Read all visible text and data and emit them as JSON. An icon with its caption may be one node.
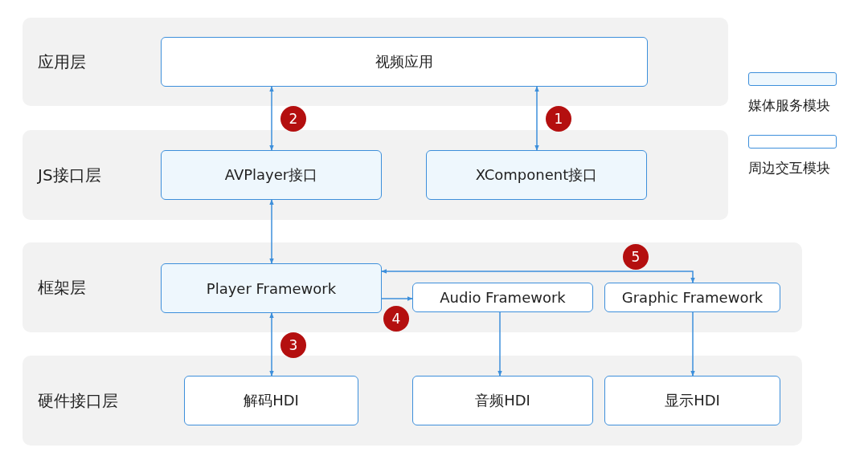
{
  "diagram": {
    "nodes": [
      {
        "text": [
          "应用层"
        ]
      },
      {
        "text": [
          "视频应用"
        ],
        "in": 0
      },
      {
        "text": [
          "JS接口层"
        ]
      },
      {
        "text": [
          "AVPlayer接口"
        ],
        "in": 2
      },
      {
        "text": [
          "XComponent接口"
        ],
        "in": 2
      },
      {
        "text": [
          "框架层"
        ]
      },
      {
        "text": [
          "Player Framework"
        ],
        "in": 5
      },
      {
        "text": [
          "Audio Framework"
        ],
        "in": 5
      },
      {
        "text": [
          "Graphic Framework"
        ],
        "in": 5
      },
      {
        "text": [
          "硬件接口层"
        ]
      },
      {
        "text": [
          "解码HDI"
        ],
        "in": 9
      },
      {
        "text": [
          "音频HDI"
        ],
        "in": 9
      },
      {
        "text": [
          "显示HDI"
        ],
        "in": 9
      }
    ],
    "edges": [
      {
        "from": 1,
        "to": 3,
        "arrow": "both"
      },
      {
        "from": 1,
        "to": 4,
        "arrow": "both"
      },
      {
        "from": 3,
        "to": 6,
        "arrow": "both"
      },
      {
        "from": 6,
        "to": 10,
        "arrow": "both"
      },
      {
        "from": 6,
        "to": 7,
        "arrow": "to"
      },
      {
        "from": 6,
        "to": 8,
        "arrow": "both"
      },
      {
        "from": 7,
        "to": 11,
        "arrow": "to"
      },
      {
        "from": 8,
        "to": 12,
        "arrow": "to"
      }
    ],
    "labels": [
      "2",
      "1",
      "5",
      "4",
      "3"
    ],
    "legend": [
      {
        "text": "媒体服务模块",
        "color": "#eef7fd"
      },
      {
        "text": "周边交互模块",
        "color": "#ffffff"
      }
    ]
  }
}
